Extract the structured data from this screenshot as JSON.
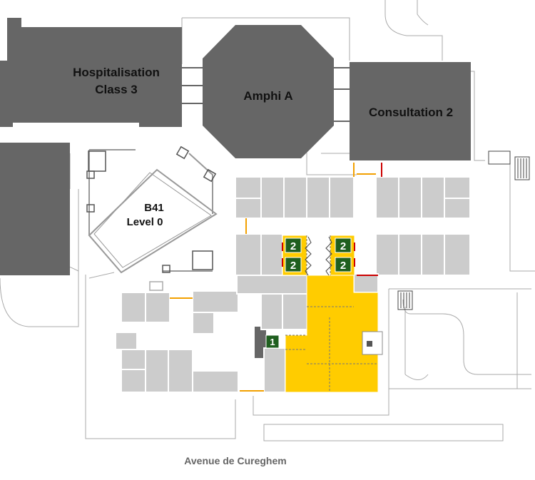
{
  "buildings": {
    "hospitalisation": {
      "line1": "Hospitalisation",
      "line2": "Class 3"
    },
    "amphi": {
      "label": "Amphi A"
    },
    "consultation": {
      "label": "Consultation 2"
    },
    "b41": {
      "line1": "B41",
      "line2": "Level 0"
    }
  },
  "street": {
    "label": "Avenue de Cureghem"
  },
  "markers": {
    "one": "1",
    "two_a": "2",
    "two_b": "2",
    "two_c": "2",
    "two_d": "2"
  },
  "colors": {
    "building_dark": "#666666",
    "room_grey": "#cccccc",
    "highlight_yellow": "#ffcc00",
    "marker_green": "#1f5f1f",
    "path_orange": "#f2a000",
    "outline": "#999999"
  }
}
